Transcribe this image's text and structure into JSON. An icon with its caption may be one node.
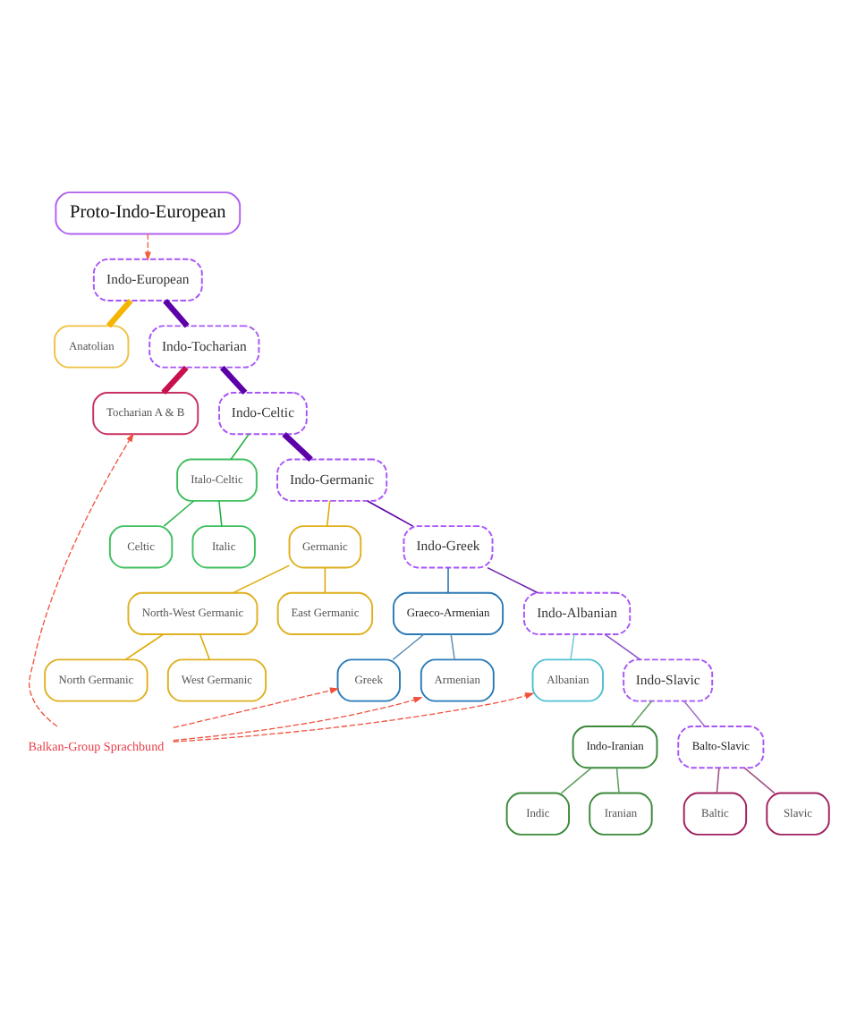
{
  "diagram": {
    "nodes": [
      {
        "text": [
          "Proto-Indo-European"
        ]
      },
      {
        "text": [
          "Indo-European"
        ]
      },
      {
        "text": [
          "Anatolian"
        ]
      },
      {
        "text": [
          "Indo-Tocharian"
        ]
      },
      {
        "text": [
          "Tocharian A & B"
        ]
      },
      {
        "text": [
          "Indo-Celtic"
        ]
      },
      {
        "text": [
          "Italo-Celtic"
        ]
      },
      {
        "text": [
          "Celtic"
        ]
      },
      {
        "text": [
          "Italic"
        ]
      },
      {
        "text": [
          "Indo-Germanic"
        ]
      },
      {
        "text": [
          "Germanic"
        ]
      },
      {
        "text": [
          "North-West Germanic"
        ]
      },
      {
        "text": [
          "East Germanic"
        ]
      },
      {
        "text": [
          "North Germanic"
        ]
      },
      {
        "text": [
          "West Germanic"
        ]
      },
      {
        "text": [
          "Indo-Greek"
        ]
      },
      {
        "text": [
          "Graeco-Armenian"
        ]
      },
      {
        "text": [
          "Greek"
        ]
      },
      {
        "text": [
          "Armenian"
        ]
      },
      {
        "text": [
          "Indo-Albanian"
        ]
      },
      {
        "text": [
          "Albanian"
        ]
      },
      {
        "text": [
          "Indo-Slavic"
        ]
      },
      {
        "text": [
          "Indo-Iranian"
        ]
      },
      {
        "text": [
          "Balto-Slavic"
        ]
      },
      {
        "text": [
          "Indic"
        ]
      },
      {
        "text": [
          "Iranian"
        ]
      },
      {
        "text": [
          "Baltic"
        ]
      },
      {
        "text": [
          "Slavic"
        ]
      },
      {
        "text": [
          "Balkan-Group Sprachbund"
        ]
      }
    ],
    "edges": [
      {
        "from": 0,
        "to": 1,
        "arrow": "to",
        "style": "dashed",
        "color": "#f0603c"
      },
      {
        "from": 1,
        "to": 2,
        "arrow": "none",
        "style": "thick",
        "color": "#f5b400"
      },
      {
        "from": 1,
        "to": 3,
        "arrow": "none",
        "style": "thick",
        "color": "#5c00a8"
      },
      {
        "from": 3,
        "to": 4,
        "arrow": "none",
        "style": "thick",
        "color": "#c8104c"
      },
      {
        "from": 3,
        "to": 5,
        "arrow": "none",
        "style": "thick",
        "color": "#5c00a8"
      },
      {
        "from": 5,
        "to": 6,
        "arrow": "none",
        "color": "#22b040"
      },
      {
        "from": 5,
        "to": 9,
        "arrow": "none",
        "style": "thick",
        "color": "#5c00a8"
      },
      {
        "from": 6,
        "to": 7,
        "arrow": "none",
        "color": "#22b040"
      },
      {
        "from": 6,
        "to": 8,
        "arrow": "none",
        "color": "#22b040"
      },
      {
        "from": 9,
        "to": 10,
        "arrow": "none",
        "color": "#e0a800"
      },
      {
        "from": 9,
        "to": 15,
        "arrow": "none",
        "color": "#5c00a8"
      },
      {
        "from": 10,
        "to": 11,
        "arrow": "none",
        "color": "#e0a800"
      },
      {
        "from": 10,
        "to": 12,
        "arrow": "none",
        "color": "#e0a800"
      },
      {
        "from": 11,
        "to": 13,
        "arrow": "none",
        "color": "#e0a800"
      },
      {
        "from": 11,
        "to": 14,
        "arrow": "none",
        "color": "#e0a800"
      },
      {
        "from": 15,
        "to": 16,
        "arrow": "none",
        "color": "#2870b0"
      },
      {
        "from": 15,
        "to": 19,
        "arrow": "none",
        "color": "#6a1cb0"
      },
      {
        "from": 16,
        "to": 17,
        "arrow": "none",
        "color": "#6090b8"
      },
      {
        "from": 16,
        "to": 18,
        "arrow": "none",
        "color": "#6090b8"
      },
      {
        "from": 19,
        "to": 20,
        "arrow": "none",
        "color": "#70c8d8"
      },
      {
        "from": 19,
        "to": 21,
        "arrow": "none",
        "color": "#9050c8"
      },
      {
        "from": 21,
        "to": 22,
        "arrow": "none",
        "color": "#60a060"
      },
      {
        "from": 21,
        "to": 23,
        "arrow": "none",
        "color": "#a070c8"
      },
      {
        "from": 22,
        "to": 24,
        "arrow": "none",
        "color": "#60a060"
      },
      {
        "from": 22,
        "to": 25,
        "arrow": "none",
        "color": "#60a060"
      },
      {
        "from": 23,
        "to": 26,
        "arrow": "none",
        "color": "#a05080"
      },
      {
        "from": 23,
        "to": 27,
        "arrow": "none",
        "color": "#a05080"
      },
      {
        "from": 28,
        "to": 4,
        "arrow": "to",
        "style": "dashed",
        "color": "#f0503c"
      },
      {
        "from": 28,
        "to": 17,
        "arrow": "to",
        "style": "dashed",
        "color": "#f0503c"
      },
      {
        "from": 28,
        "to": 18,
        "arrow": "to",
        "style": "dashed",
        "color": "#f0503c"
      },
      {
        "from": 28,
        "to": 20,
        "arrow": "to",
        "style": "dashed",
        "color": "#f0503c"
      }
    ]
  }
}
